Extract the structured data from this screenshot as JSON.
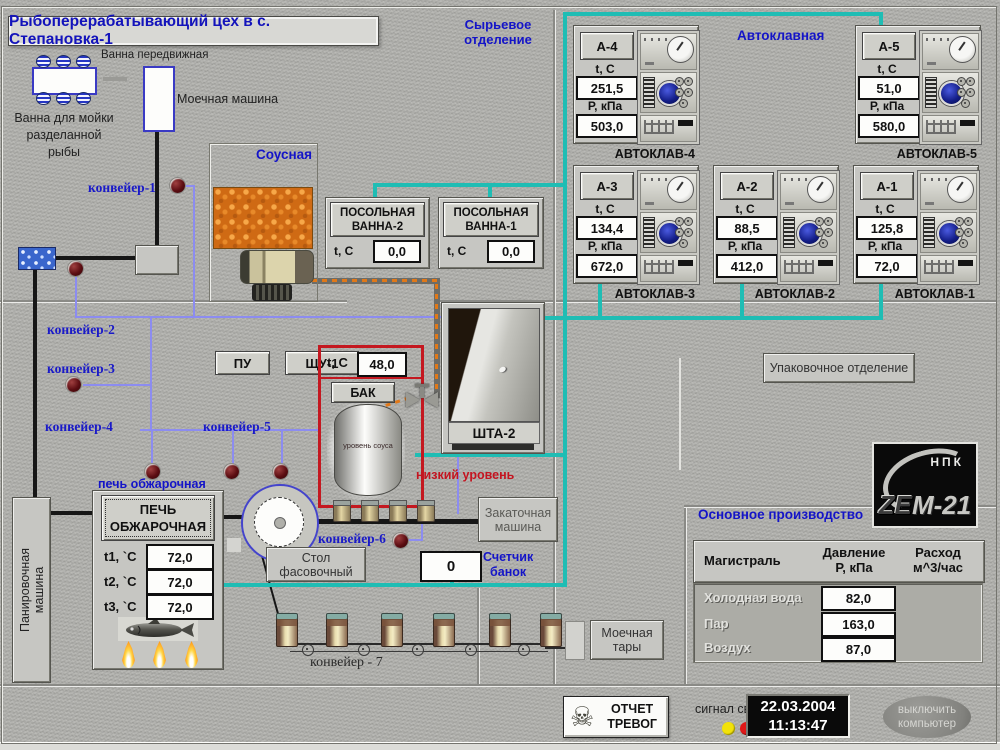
{
  "title": "Рыбоперерабатывающий цех в с. Степановка-1",
  "labels": {
    "t_c": "t, C",
    "p_kpa": "Р, кПа",
    "sector_raw_1": "Сырьевое",
    "sector_raw_2": "отделение",
    "sector_autoclave": "Автоклавная",
    "sector_packing": "Упаковочное отделение",
    "sector_main": "Основное производство"
  },
  "wash_area": {
    "vanna_mobile": "Ванна передвижная",
    "wash_machine": "Моечная машина",
    "vanna_fish_1": "Ванна для мойки",
    "vanna_fish_2": "разделанной",
    "vanna_fish_3": "рыбы"
  },
  "sauce": {
    "title": "Соусная"
  },
  "conveyors": {
    "c1": "конвейер-1",
    "c2": "конвейер-2",
    "c3": "конвейер-3",
    "c4": "конвейер-4",
    "c5": "конвейер-5",
    "c6": "конвейер-6",
    "c7": "конвейер - 7"
  },
  "salting": {
    "bath2": {
      "name1": "ПОСОЛЬНАЯ",
      "name2": "ВАННА-2",
      "t": "0,0"
    },
    "bath1": {
      "name1": "ПОСОЛЬНАЯ",
      "name2": "ВАННА-1",
      "t": "0,0"
    }
  },
  "autoclaves": [
    {
      "id": "А-4",
      "t": "251,5",
      "p": "503,0",
      "name": "АВТОКЛАВ-4"
    },
    {
      "id": "А-5",
      "t": "51,0",
      "p": "580,0",
      "name": "АВТОКЛАВ-5"
    },
    {
      "id": "А-3",
      "t": "134,4",
      "p": "672,0",
      "name": "АВТОКЛАВ-3"
    },
    {
      "id": "А-2",
      "t": "88,5",
      "p": "412,0",
      "name": "АВТОКЛАВ-2"
    },
    {
      "id": "А-1",
      "t": "125,8",
      "p": "72,0",
      "name": "АВТОКЛАВ-1"
    }
  ],
  "panels": {
    "pu": "ПУ",
    "schu": "ЩУ-1"
  },
  "tank": {
    "t": "48,0",
    "label": "БАК",
    "level_text": "уровень соуса",
    "alarm": "низкий уровень"
  },
  "shta": {
    "label": "ШТА-2"
  },
  "oven": {
    "label": "печь обжарочная",
    "button1": "ПЕЧЬ",
    "button2": "ОБЖАРОЧНАЯ",
    "rows": [
      {
        "label": "t1, `C",
        "value": "72,0"
      },
      {
        "label": "t2, `C",
        "value": "72,0"
      },
      {
        "label": "t3, `C",
        "value": "72,0"
      }
    ]
  },
  "breading": {
    "line1": "Панировочная",
    "line2": "машина"
  },
  "seamer": {
    "line1": "Закаточная",
    "line2": "машина"
  },
  "packing_table": {
    "line1": "Стол",
    "line2": "фасовочный"
  },
  "can_counter": {
    "value": "0",
    "label1": "Счетчик",
    "label2": "банок"
  },
  "tare_wash": {
    "line1": "Моечная",
    "line2": "тары"
  },
  "mains_table": {
    "col1": "Магистраль",
    "col2a": "Давление",
    "col2b": "Р, кПа",
    "col3a": "Расход",
    "col3b": "м^3/час",
    "rows": [
      {
        "name": "Холодная вода",
        "pressure": "82,0"
      },
      {
        "name": "Пар",
        "pressure": "163,0"
      },
      {
        "name": "Воздух",
        "pressure": "87,0"
      }
    ]
  },
  "logo": {
    "top": "НПК",
    "part1": "ZE",
    "part2": "M-21"
  },
  "statusbar": {
    "report1": "ОТЧЕТ",
    "report2": "ТРЕВОГ",
    "signal": "сигнал связи",
    "date": "22.03.2004",
    "time": "11:13:47",
    "shutdown1": "выключить",
    "shutdown2": "компьютер"
  },
  "colors": {
    "teal": "#1fbdb4",
    "blue": "#1414c8",
    "alarm_red": "#c41820",
    "sauce_orange": "#cf6a14"
  }
}
